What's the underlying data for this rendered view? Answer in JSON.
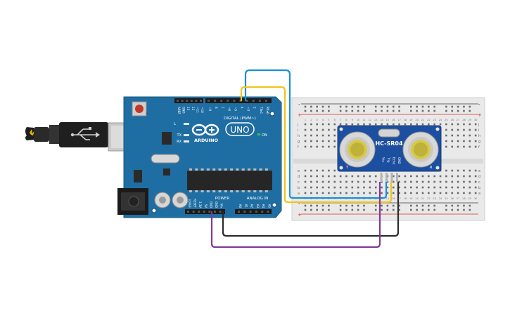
{
  "arduino": {
    "logo_text": "ARDUINO",
    "model": "UNO",
    "digital_header_label": "DIGITAL (PWM~)",
    "power_label": "POWER",
    "analog_label": "ANALOG IN",
    "on_label": "ON",
    "l_label": "L",
    "tx_label": "TX",
    "rx_label": "RX",
    "top_pin_labels": [
      "AREF",
      "GND",
      "13",
      "12",
      "~11",
      "~10",
      "~9",
      "8",
      "7",
      "~6",
      "~5",
      "4",
      "~3",
      "2",
      "TX▸1",
      "RX◂0"
    ],
    "power_pin_labels": [
      "IOREF",
      "RESET",
      "3.3V",
      "5V",
      "GND",
      "GND",
      "Vin"
    ],
    "analog_pin_labels": [
      "A0",
      "A1",
      "A2",
      "A3",
      "A4",
      "A5"
    ]
  },
  "sensor": {
    "model": "HC-SR04",
    "pin_labels": [
      "Vcc",
      "Trig",
      "Echo",
      "GND"
    ],
    "left_mark": "T",
    "right_mark": "R"
  },
  "breadboard": {
    "row_letters_top": [
      "j",
      "i",
      "h",
      "g",
      "f"
    ],
    "row_letters_bottom": [
      "e",
      "d",
      "c",
      "b",
      "a"
    ],
    "column_numbers": [
      "1",
      "2",
      "3",
      "4",
      "5",
      "6",
      "7",
      "8",
      "9",
      "10",
      "11",
      "12",
      "13",
      "14",
      "15",
      "16",
      "17",
      "18",
      "19",
      "20",
      "21",
      "22",
      "23",
      "24",
      "25",
      "26",
      "27",
      "28",
      "29",
      "30"
    ],
    "rail_minus": "-",
    "rail_plus": "+"
  },
  "wire_colors": {
    "trig": "#1b8fd6",
    "echo": "#f2c318",
    "gnd": "#2b2b2b",
    "vcc": "#7e3a96"
  }
}
